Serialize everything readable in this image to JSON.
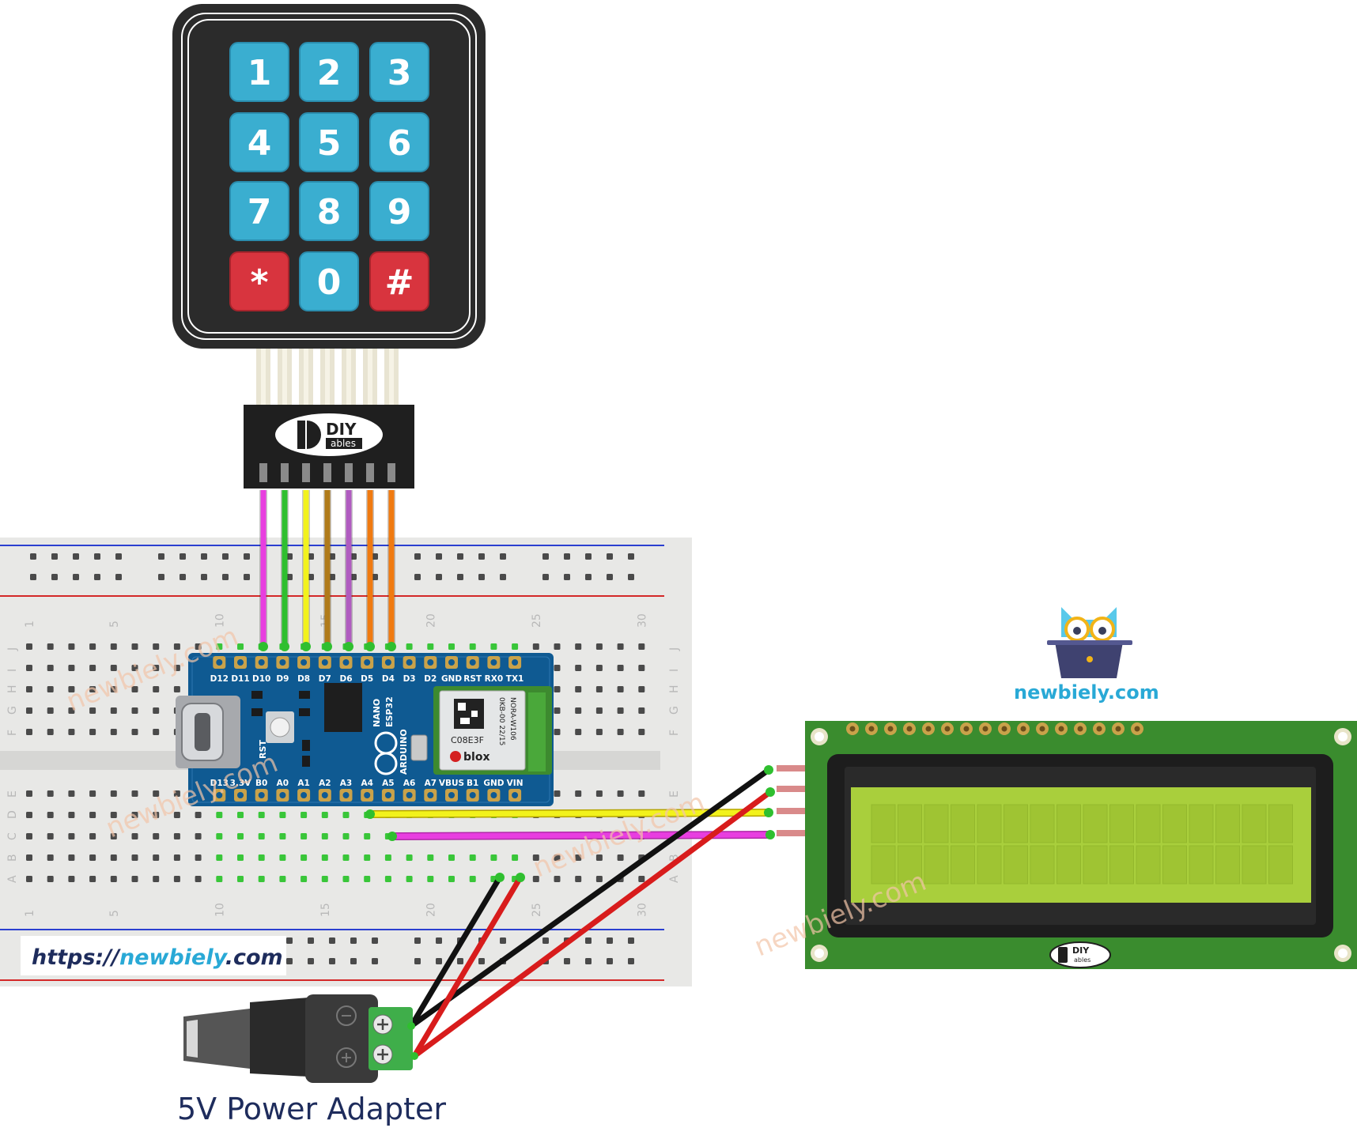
{
  "keypad": {
    "keys": [
      "1",
      "2",
      "3",
      "4",
      "5",
      "6",
      "7",
      "8",
      "9",
      "*",
      "0",
      "#"
    ],
    "connector_logo": {
      "line1": "DIY",
      "line2": "ables"
    }
  },
  "board": {
    "top_pins": [
      "D12",
      "D11",
      "D10",
      "D9",
      "D8",
      "D7",
      "D6",
      "D5",
      "D4",
      "D3",
      "D2",
      "GND",
      "RST",
      "RX0",
      "TX1"
    ],
    "bottom_pins": [
      "D13",
      "3.3V",
      "B0",
      "A0",
      "A1",
      "A2",
      "A3",
      "A4",
      "A5",
      "A6",
      "A7",
      "VBUS",
      "B1",
      "GND",
      "VIN"
    ],
    "vertical_labels": [
      "NANO",
      "ESP32",
      "ARDUINO"
    ],
    "rst_label": "RST",
    "module": {
      "line1": "C08E3F",
      "line2": "0KB-00 22/15",
      "line3": "NORA-W106",
      "brand": "blox"
    }
  },
  "breadboard": {
    "column_numbers": [
      "1",
      "5",
      "10",
      "15",
      "20",
      "25",
      "30"
    ],
    "row_letters_top": [
      "J",
      "I",
      "H",
      "G",
      "F"
    ],
    "row_letters_bottom": [
      "E",
      "D",
      "C",
      "B",
      "A"
    ]
  },
  "lcd": {
    "logo": {
      "line1": "DIY",
      "line2": "ables"
    }
  },
  "brand": {
    "site": "newbiely.com",
    "url_prefix": "https://",
    "url_name": "newbiely",
    "url_suffix": ".com",
    "watermark": "newbiely.com"
  },
  "power": {
    "label": "5V Power Adapter"
  },
  "colors": {
    "keypad_body": "#2b2b2b",
    "key_blue": "#3aaed0",
    "key_red": "#d8343e",
    "board_blue": "#0f5a92",
    "pcb_green": "#3a8c2e",
    "lcd_screen": "#a9cf3c",
    "url_blue": "#29a9d6",
    "label_navy": "#1e2c5c"
  },
  "wires": [
    "#e83ee0",
    "#2fbf2f",
    "#f2f21c",
    "#b07b1a",
    "#b05cc0",
    "#f07a10",
    "#f07a10"
  ]
}
